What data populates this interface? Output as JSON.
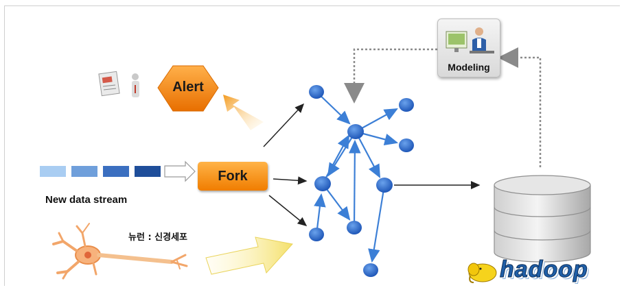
{
  "alert": {
    "label": "Alert"
  },
  "fork": {
    "label": "Fork"
  },
  "stream": {
    "label": "New data stream"
  },
  "neuron": {
    "label": "뉴런 : 신경세포"
  },
  "modeling": {
    "label": "Modeling"
  },
  "hadoop": {
    "label": "hadoop"
  },
  "colors": {
    "node": "#2f6fd0",
    "edge": "#3c7fd6",
    "orange": "#f39a1e",
    "hadoop_blue": "#1f5fa8"
  },
  "icons": [
    "document-icon",
    "info-person-icon",
    "neuron-image",
    "database-icon",
    "modeling-person-icon",
    "hadoop-elephant-logo"
  ]
}
